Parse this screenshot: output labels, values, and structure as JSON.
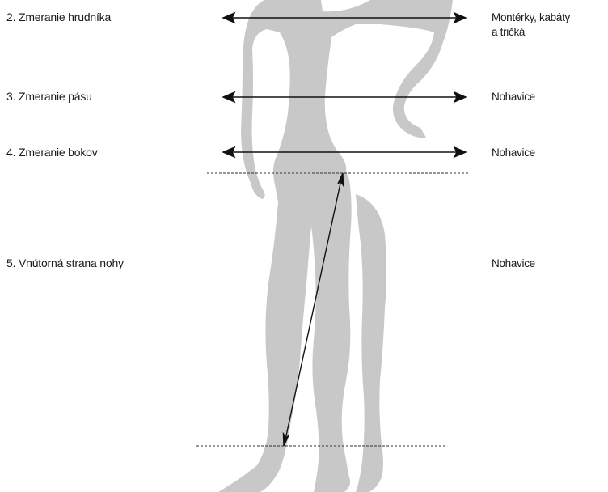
{
  "measurements": [
    {
      "label": "2. Zmeranie hrudníka",
      "garment_line1": "Montérky, kabáty",
      "garment_line2": "a tričká"
    },
    {
      "label": "3. Zmeranie pásu",
      "garment_line1": "Nohavice"
    },
    {
      "label": "4. Zmeranie bokov",
      "garment_line1": "Nohavice"
    },
    {
      "label": "5. Vnútorná strana nohy",
      "garment_line1": "Nohavice"
    }
  ],
  "colors": {
    "silhouette": "#c8c8c8",
    "arrow": "#111111",
    "text": "#1a1a1a"
  }
}
